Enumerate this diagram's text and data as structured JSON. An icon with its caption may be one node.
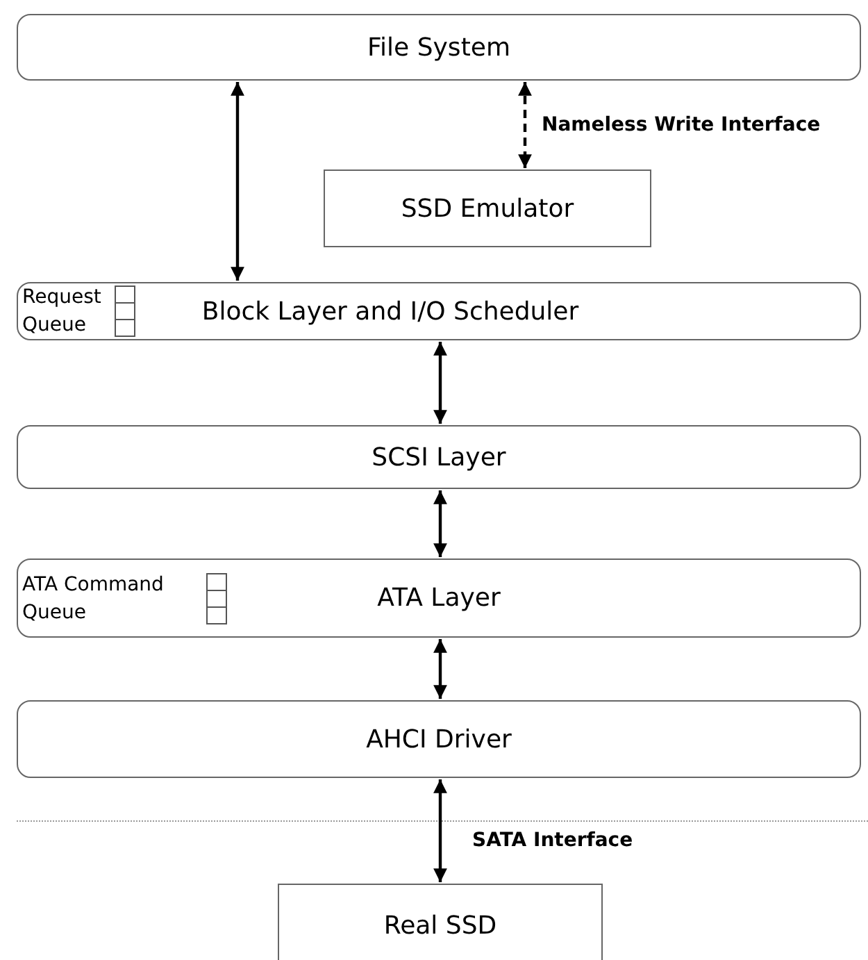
{
  "diagram": {
    "nodes": [
      {
        "text": [
          "File System"
        ]
      },
      {
        "text": [
          "SSD Emulator"
        ]
      },
      {
        "text": [
          "Request Queue",
          "Block Layer and I/O Scheduler"
        ]
      },
      {
        "text": [
          "SCSI Layer"
        ]
      },
      {
        "text": [
          "ATA Command Queue",
          "ATA Layer"
        ]
      },
      {
        "text": [
          "AHCI Driver"
        ]
      },
      {
        "text": [
          "Real SSD"
        ]
      }
    ],
    "edges": [
      {
        "from": 0,
        "to": 2,
        "arrow": "both"
      },
      {
        "from": 0,
        "to": 1,
        "arrow": "both",
        "style": "dashed",
        "label": "Nameless Write Interface"
      },
      {
        "from": 2,
        "to": 3,
        "arrow": "both"
      },
      {
        "from": 3,
        "to": 4,
        "arrow": "both"
      },
      {
        "from": 4,
        "to": 5,
        "arrow": "both"
      },
      {
        "from": 5,
        "to": 6,
        "arrow": "both",
        "label": "SATA Interface"
      }
    ]
  }
}
